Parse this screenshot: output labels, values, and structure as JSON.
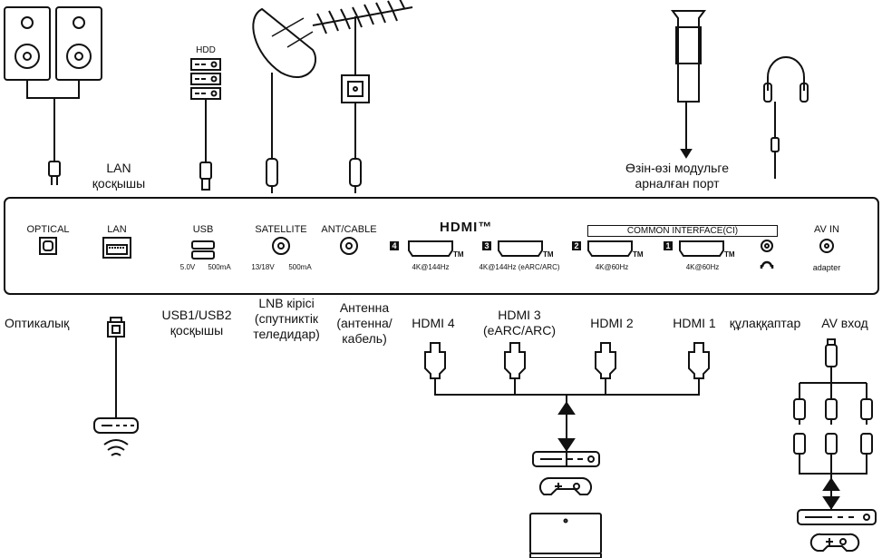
{
  "labels": {
    "lan_connector": [
      "LAN",
      "қосқышы"
    ],
    "ci_port": [
      "Өзін-өзі модульге",
      "арналған порт"
    ],
    "optical_bottom": "Оптикалық",
    "usb_bottom": [
      "USB1/USB2",
      "қосқышы"
    ],
    "lnb": [
      "LNB кірісі",
      "(спутниктік",
      "теледидар)"
    ],
    "antenna": [
      "Антенна",
      "(антенна/",
      "кабель)"
    ],
    "hdmi4": "HDMI 4",
    "hdmi3": [
      "HDMI 3",
      "(eARC/ARC)"
    ],
    "hdmi2": "HDMI 2",
    "hdmi1": "HDMI 1",
    "headphones": "құлаққаптар",
    "av": "AV вход",
    "hdd": "HDD"
  },
  "panel": {
    "optical": "OPTICAL",
    "lan": "LAN",
    "usb": "USB",
    "usb_spec": [
      "5.0V",
      "500mA"
    ],
    "satellite": "SATELLITE",
    "sat_spec": [
      "13/18V",
      "500mA"
    ],
    "ant": "ANT/CABLE",
    "hdmi_logo": "HDMI™",
    "ci": "COMMON INTERFACE(CI)",
    "av_in": "AV IN",
    "adapter": "adapter",
    "hdmi_ports": [
      {
        "num": "4",
        "spec": "4K@144Hz"
      },
      {
        "num": "3",
        "spec": "4K@144Hz (eARC/ARC)"
      },
      {
        "num": "2",
        "spec": "4K@60Hz"
      },
      {
        "num": "1",
        "spec": "4K@60Hz"
      }
    ],
    "tm": "TM"
  }
}
